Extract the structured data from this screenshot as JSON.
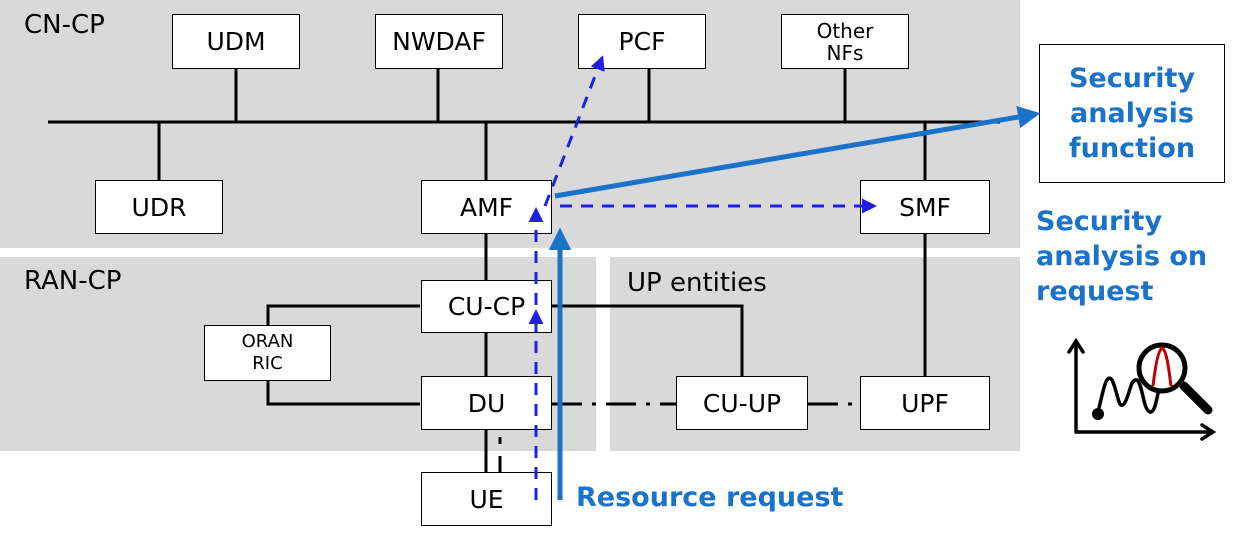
{
  "regions": {
    "cn_cp": "CN-CP",
    "ran_cp": "RAN-CP",
    "up": "UP entities"
  },
  "nodes": {
    "udm": "UDM",
    "nwdaf": "NWDAF",
    "pcf": "PCF",
    "other_nfs": "Other\nNFs",
    "udr": "UDR",
    "amf": "AMF",
    "smf": "SMF",
    "cu_cp": "CU-CP",
    "oran_ric": "ORAN\nRIC",
    "du": "DU",
    "cu_up": "CU-UP",
    "upf": "UPF",
    "ue": "UE"
  },
  "callouts": {
    "security_function": "Security\nanalysis\nfunction",
    "security_on_request": "Security\nanalysis on\nrequest",
    "resource_request": "Resource request"
  },
  "colors": {
    "region_bg": "#d9d9d9",
    "accent_blue": "#1a73c9",
    "dashed_blue": "#2020e0",
    "icon_red": "#c00000"
  }
}
